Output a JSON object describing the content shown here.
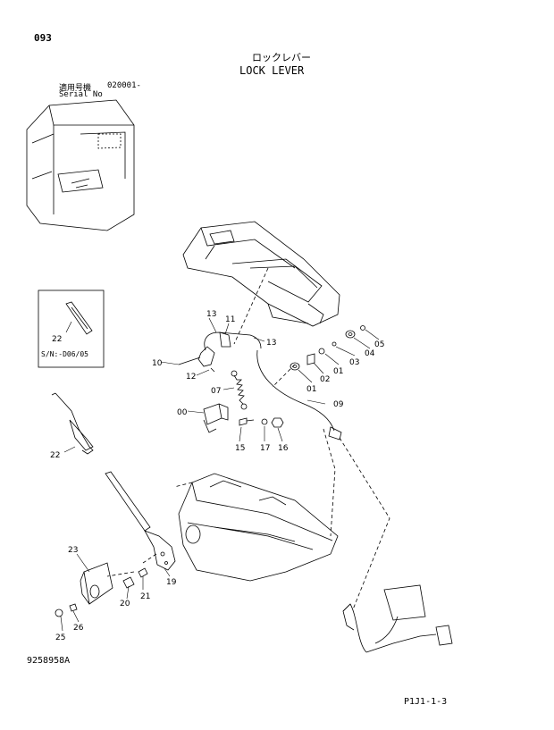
{
  "header": {
    "page_number": "093",
    "title_jp": "ロックレバー",
    "title_en": "LOCK LEVER",
    "serial_label_jp": "適用号機",
    "serial_from": "020001-",
    "serial_label_en": "Serial No"
  },
  "inset": {
    "sn_note": "S/N:-D06/05"
  },
  "callouts": [
    "00",
    "01",
    "01",
    "02",
    "03",
    "04",
    "05",
    "07",
    "09",
    "10",
    "11",
    "12",
    "13",
    "13",
    "15",
    "16",
    "17",
    "19",
    "20",
    "21",
    "22",
    "22",
    "23",
    "25",
    "26"
  ],
  "footer": {
    "drawing_number": "9258958A",
    "page_ref": "P1J1-1-3"
  },
  "colors": {
    "line": "#000000",
    "background": "#ffffff"
  }
}
